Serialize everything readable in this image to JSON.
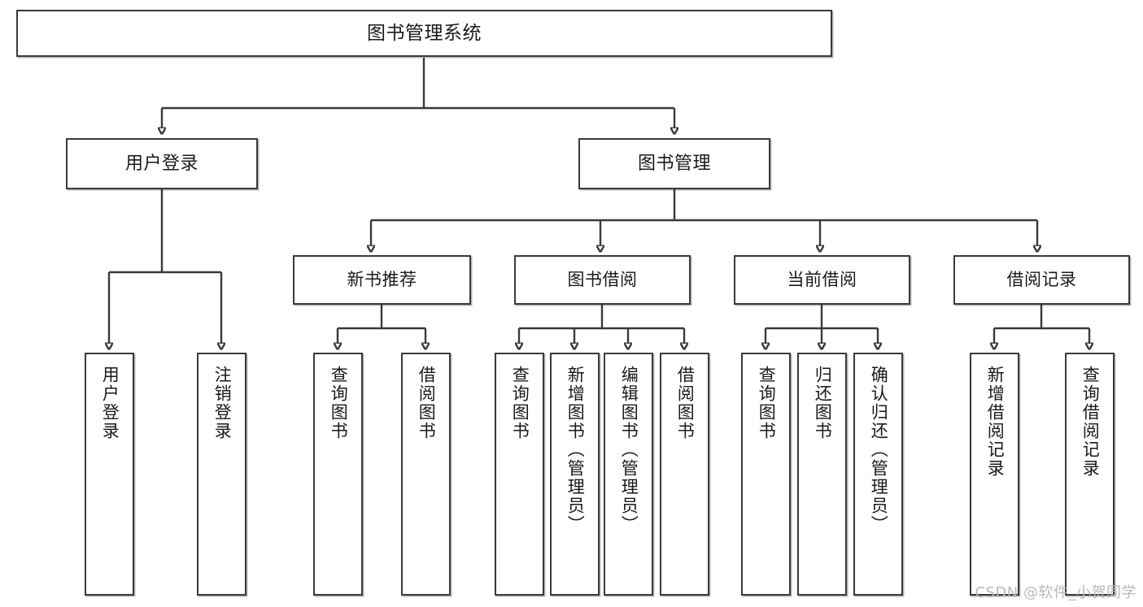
{
  "diagram": {
    "type": "tree-hierarchy-diagram",
    "title": "图书管理系统",
    "root": {
      "label": "图书管理系统"
    },
    "level1": [
      {
        "label": "用户登录"
      },
      {
        "label": "图书管理"
      }
    ],
    "level2": [
      {
        "label": "新书推荐"
      },
      {
        "label": "图书借阅"
      },
      {
        "label": "当前借阅"
      },
      {
        "label": "借阅记录"
      }
    ],
    "leaves": {
      "user_login": [
        {
          "label": "用户登录"
        },
        {
          "label": "注销登录"
        }
      ],
      "new_book_recommend": [
        {
          "label": "查询图书"
        },
        {
          "label": "借阅图书"
        }
      ],
      "book_borrow": [
        {
          "label": "查询图书"
        },
        {
          "label": "新增图书（管理员）"
        },
        {
          "label": "编辑图书（管理员）"
        },
        {
          "label": "借阅图书"
        }
      ],
      "current_borrow": [
        {
          "label": "查询图书"
        },
        {
          "label": "归还图书"
        },
        {
          "label": "确认归还（管理员）"
        }
      ],
      "borrow_record": [
        {
          "label": "新增借阅记录"
        },
        {
          "label": "查询借阅记录"
        }
      ]
    }
  },
  "watermark": {
    "text": "CSDN @软件_小贺同学"
  },
  "colors": {
    "stroke": "#3a3a3a",
    "background": "#ffffff",
    "text": "#1a1a1a",
    "watermark": "#b9b9b9"
  }
}
